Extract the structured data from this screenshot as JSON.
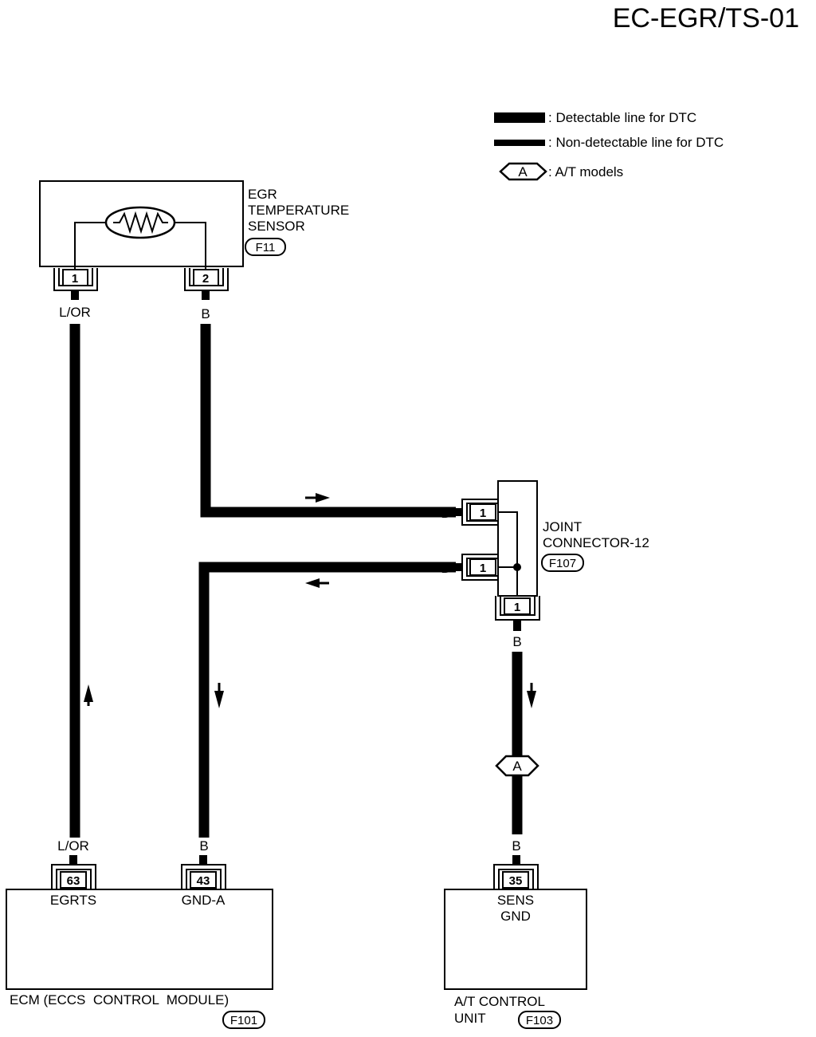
{
  "title": "EC-EGR/TS-01",
  "legend": {
    "detectable": ": Detectable line for DTC",
    "non_detectable": ": Non-detectable line for DTC",
    "option_mark": "A",
    "option_text": ": A/T models"
  },
  "egr_sensor": {
    "name_line1": "EGR",
    "name_line2": "TEMPERATURE",
    "name_line3": "SENSOR",
    "connector": "F11",
    "pin1": "1",
    "pin2": "2"
  },
  "joint_connector": {
    "name_line1": "JOINT",
    "name_line2": "CONNECTOR-12",
    "connector": "F107",
    "pin_upper": "1",
    "pin_lower": "1",
    "pin_bottom": "1"
  },
  "wires": {
    "egrts_color_top": "L/OR",
    "egrts_color_bottom": "L/OR",
    "sensor_ground_color": "B",
    "joint_in_upper_color": "B",
    "joint_in_lower_color": "B",
    "joint_out_color": "B",
    "ecm_ground_color": "B",
    "tcm_ground_color": "B",
    "option_mark": "A"
  },
  "ecm": {
    "name": "ECM (ECCS  CONTROL  MODULE)",
    "connector": "F101",
    "pin_egrts": "63",
    "pin_egrts_label": "EGRTS",
    "pin_gnd": "43",
    "pin_gnd_label": "GND-A"
  },
  "tcm": {
    "name_line1": "A/T CONTROL",
    "name_line2": "UNIT",
    "connector": "F103",
    "pin": "35",
    "pin_label_line1": "SENS",
    "pin_label_line2": "GND"
  }
}
